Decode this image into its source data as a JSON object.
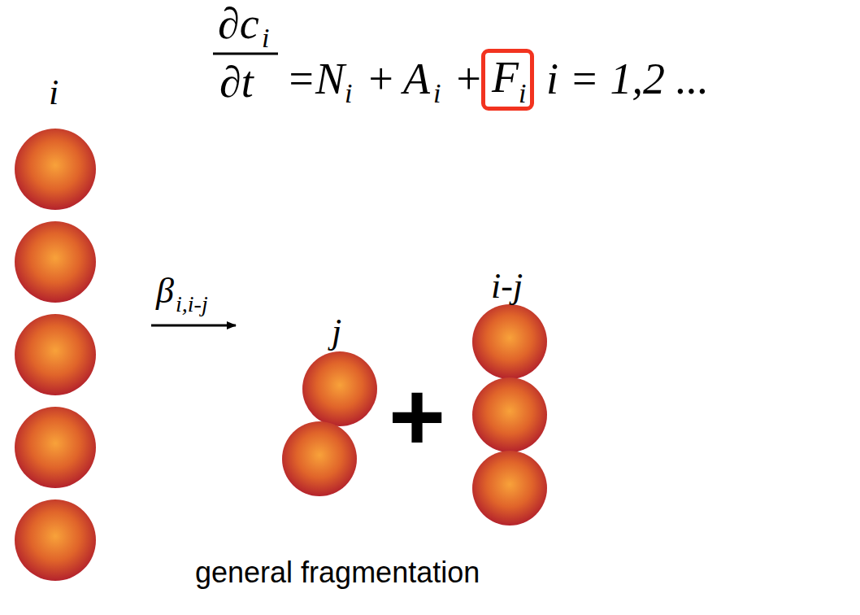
{
  "diagram": {
    "nodes": [
      {
        "text": [
          "F",
          "i"
        ]
      }
    ],
    "labels": [
      "∂c",
      "i",
      "∂t",
      "=",
      "N",
      "i",
      "+",
      "A",
      "i",
      "+",
      "i = 1,2 ...",
      "i",
      "β",
      "i,i-j",
      "j",
      "i-j",
      "+",
      "general fragmentation"
    ]
  }
}
